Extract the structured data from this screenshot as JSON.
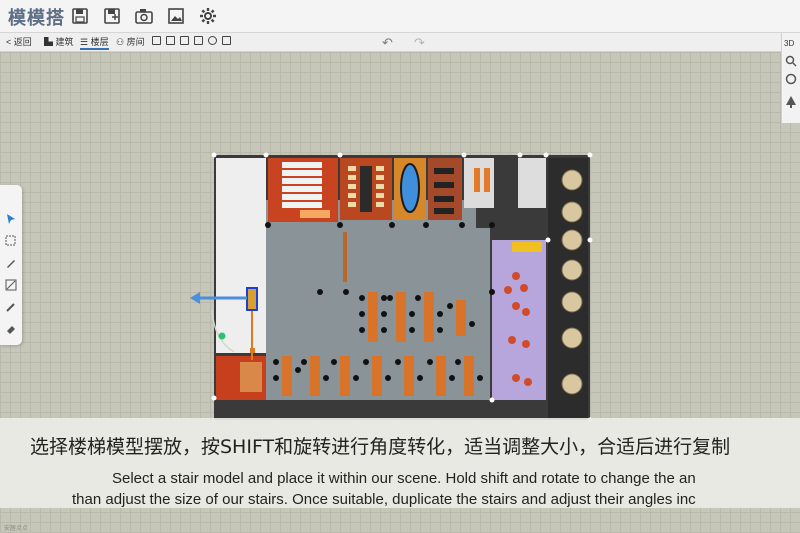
{
  "app": {
    "logo_text": "模模搭"
  },
  "toolbar": {
    "icons": [
      "save-icon",
      "save-as-icon",
      "camera-icon",
      "image-icon",
      "gear-icon"
    ]
  },
  "subbar": {
    "back_label": "< 返回",
    "building_label": "建筑",
    "floor_label": "楼层",
    "room_label": "房间",
    "view_3d_label": "3D"
  },
  "captions": {
    "chinese": "选择楼梯模型摆放，按SHIFT和旋转进行角度转化，适当调整大小，合适后进行复制",
    "english_line1": "Select a stair model and place it within our scene. Hold shift and rotate to change the an",
    "english_line2": "than adjust the size of our stairs. Once suitable, duplicate the stairs and adjust their angles inc"
  },
  "watermark": "安居点点",
  "colors": {
    "accent_blue": "#2aa7d8",
    "selection_blue": "#1f3fd0",
    "stair_orange": "#e07a20",
    "carpet_gray": "#8a9398",
    "lounge_purple": "#b7a6dc"
  }
}
